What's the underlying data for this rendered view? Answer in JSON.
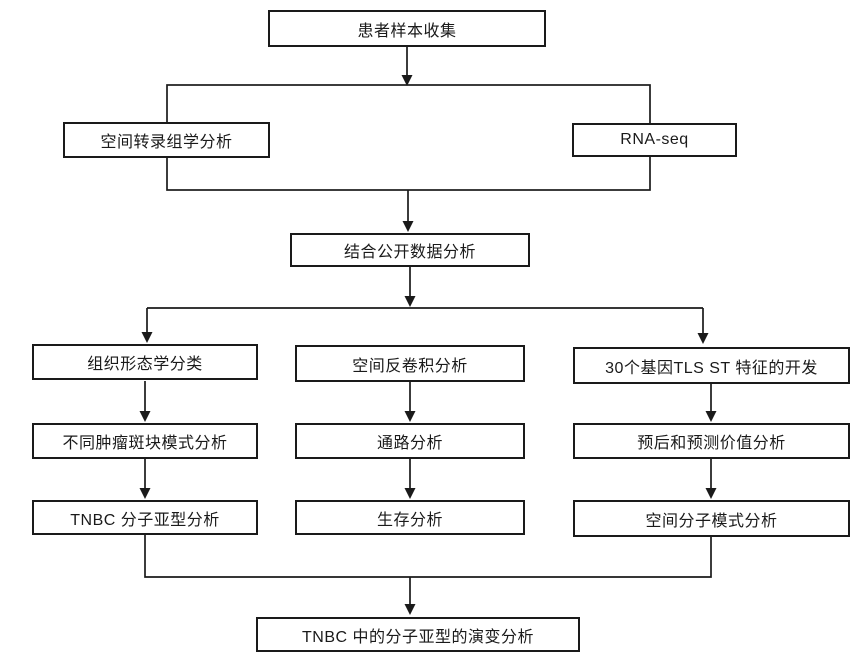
{
  "diagram": {
    "background_color": "#ffffff",
    "line_color": "#1a1a1a",
    "box_fill_color": "#ffffff",
    "nodes": {
      "patient_sample": {
        "label": "患者样本收集"
      },
      "spatial_transcriptomics": {
        "label": "空间转录组学分析"
      },
      "rna_seq": {
        "label": "RNA-seq"
      },
      "combined_public_data": {
        "label": "结合公开数据分析"
      },
      "histology_classification": {
        "label": "组织形态学分类"
      },
      "tumor_patch_patterns": {
        "label": "不同肿瘤斑块模式分析"
      },
      "tnbc_subtype": {
        "label": "TNBC 分子亚型分析"
      },
      "spatial_deconvolution": {
        "label": "空间反卷积分析"
      },
      "pathway_analysis": {
        "label": "通路分析"
      },
      "survival_analysis": {
        "label": "生存分析"
      },
      "tls_signature": {
        "label": "30个基因TLS ST 特征的开发"
      },
      "prognostic_predictive_value": {
        "label": "预后和预测价值分析"
      },
      "spatial_molecular_patterns": {
        "label": "空间分子模式分析"
      },
      "subtype_evolution": {
        "label": "TNBC 中的分子亚型的演变分析"
      }
    },
    "edges": [
      {
        "from": "patient_sample",
        "to": "collection_loop"
      },
      {
        "from": "collection_loop",
        "through": [
          "spatial_transcriptomics",
          "rna_seq"
        ],
        "to": "combined_public_data"
      },
      {
        "from": "combined_public_data",
        "to": [
          "histology_classification",
          "spatial_deconvolution",
          "tls_signature"
        ]
      },
      {
        "from": "histology_classification",
        "to": "tumor_patch_patterns"
      },
      {
        "from": "tumor_patch_patterns",
        "to": "tnbc_subtype"
      },
      {
        "from": "spatial_deconvolution",
        "to": "pathway_analysis"
      },
      {
        "from": "pathway_analysis",
        "to": "survival_analysis"
      },
      {
        "from": "tls_signature",
        "to": "prognostic_predictive_value"
      },
      {
        "from": "prognostic_predictive_value",
        "to": "spatial_molecular_patterns"
      },
      {
        "from": [
          "tnbc_subtype",
          "spatial_molecular_patterns"
        ],
        "to": "subtype_evolution"
      }
    ]
  }
}
